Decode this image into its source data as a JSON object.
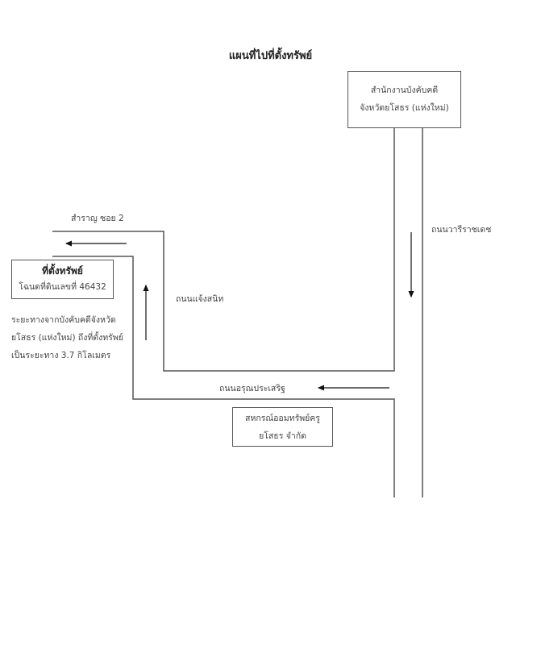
{
  "title": "แผนที่ไปที่ตั้งทรัพย์",
  "office_box": {
    "line1": "สำนักงานบังคับคดี",
    "line2": "จังหวัดยโสธร (แห่งใหม่)"
  },
  "property_box": {
    "title": "ที่ตั้งทรัพย์",
    "subtitle": "โฉนดที่ดินเลขที่ 46432"
  },
  "distance_note": {
    "line1": "ระยะทางจากบังคับคดีจังหวัด",
    "line2": "ยโสธร (แห่งใหม่) ถึงที่ตั้งทรัพย์",
    "line3": "เป็นระยะทาง 3.7 กิโลเมตร"
  },
  "coop_box": {
    "line1": "สหกรณ์ออมทรัพย์ครู",
    "line2": "ยโสธร จำกัด"
  },
  "roads": {
    "soi": "สำราญ ซอย 2",
    "chaeng_sanit": "ถนนแจ้งสนิท",
    "wari_ratchadet": "ถนนวารีราชเดช",
    "arun_prasoet": "ถนนอรุณประเสริฐ"
  }
}
